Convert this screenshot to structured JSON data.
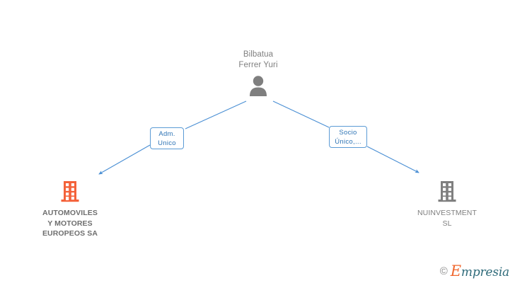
{
  "diagram": {
    "type": "org-relationship-tree",
    "background_color": "#ffffff",
    "edge_color": "#4a8fd4",
    "person": {
      "name": "Bilbatua\nFerrer Yuri",
      "icon": "person-icon",
      "icon_color": "#7f7f7f"
    },
    "relations": [
      {
        "label": "Adm.\nUnico",
        "side": "left",
        "border_color": "#5b9bd5",
        "text_color": "#2e74b5"
      },
      {
        "label": "Socio\nÚnico,...",
        "side": "right",
        "border_color": "#5b9bd5",
        "text_color": "#2e74b5"
      }
    ],
    "companies": [
      {
        "name": "AUTOMOVILES\nY MOTORES\nEUROPEOS SA",
        "side": "left",
        "icon": "building-icon",
        "icon_color": "#f4623a",
        "text_color": "#6e6e6e",
        "emphasis": "bold"
      },
      {
        "name": "NUINVESTMENT\nSL",
        "side": "right",
        "icon": "building-icon",
        "icon_color": "#7f7f7f",
        "text_color": "#7f7f7f",
        "emphasis": "normal"
      }
    ]
  },
  "watermark": {
    "copyright": "©",
    "brand_first_letter": "E",
    "brand_rest": "mpresia",
    "brand_accent_color": "#f0682f",
    "brand_text_color": "#2f6b7a"
  }
}
